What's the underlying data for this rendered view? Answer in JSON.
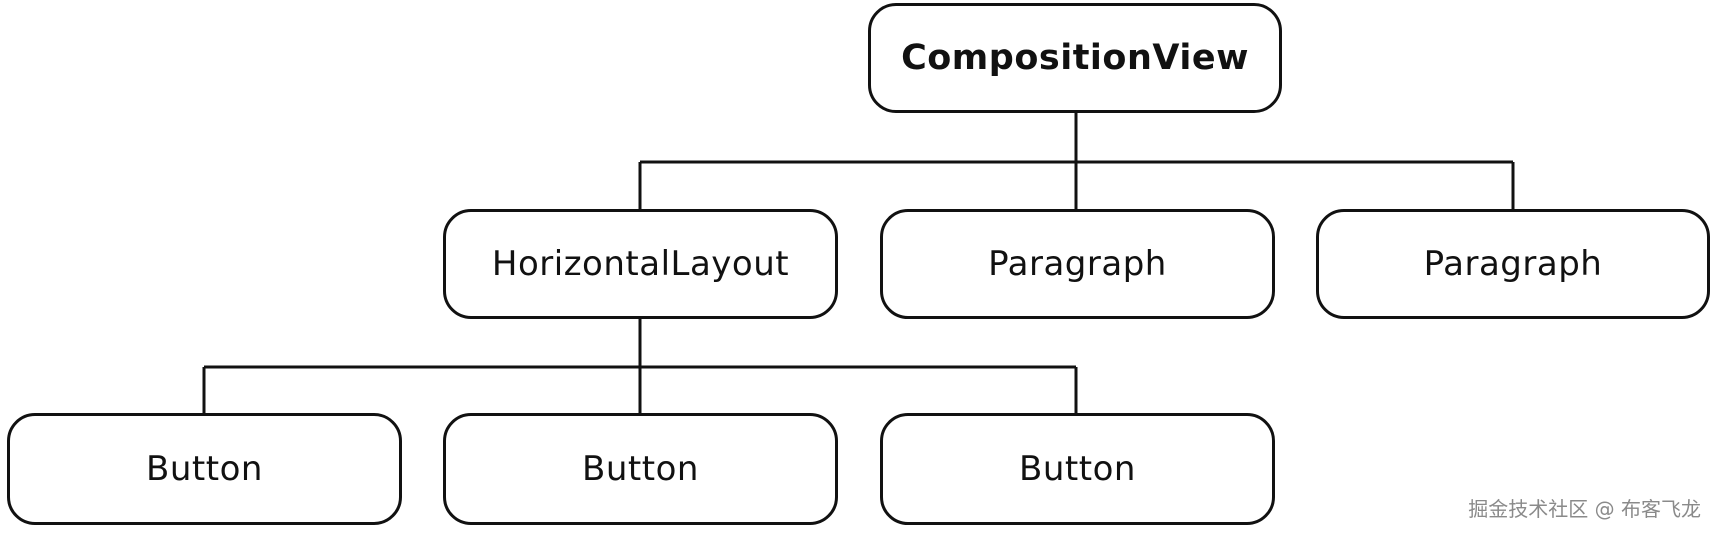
{
  "diagram": {
    "root": "CompositionView",
    "level1": [
      "HorizontalLayout",
      "Paragraph",
      "Paragraph"
    ],
    "level2": [
      "Button",
      "Button",
      "Button"
    ]
  },
  "watermark": "掘金技术社区 @ 布客飞龙",
  "colors": {
    "stroke": "#111111",
    "background": "#ffffff",
    "watermark": "#8a8a8a"
  }
}
